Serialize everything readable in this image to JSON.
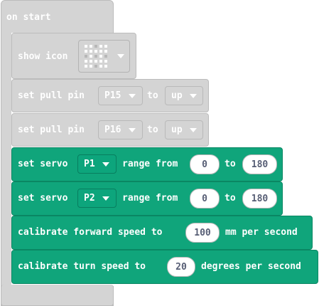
{
  "on_start": {
    "label": "on start"
  },
  "show_icon": {
    "label": "show icon"
  },
  "pull_pin_1": {
    "label": "set pull pin",
    "pin": "P15",
    "to": "to",
    "mode": "up"
  },
  "pull_pin_2": {
    "label": "set pull pin",
    "pin": "P16",
    "to": "to",
    "mode": "up"
  },
  "servo_1": {
    "label": "set servo",
    "pin": "P1",
    "range": "range from",
    "min": "0",
    "to": "to",
    "max": "180"
  },
  "servo_2": {
    "label": "set servo",
    "pin": "P2",
    "range": "range from",
    "min": "0",
    "to": "to",
    "max": "180"
  },
  "calib_forward": {
    "label": "calibrate forward speed to",
    "value": "100",
    "unit": "mm per second"
  },
  "calib_turn": {
    "label": "calibrate turn speed to",
    "value": "20",
    "unit": "degrees per second"
  },
  "icon_grid": [
    [
      1,
      1,
      0,
      1,
      1
    ],
    [
      1,
      1,
      1,
      1,
      1
    ],
    [
      0,
      1,
      0,
      1,
      0
    ],
    [
      1,
      1,
      1,
      1,
      1
    ],
    [
      1,
      1,
      0,
      1,
      1
    ]
  ],
  "colors": {
    "disabled_block": "#d4d4d4",
    "servo_block": "#0fa57c",
    "led_on": "#ffffff",
    "led_off": "#b7b7b7"
  }
}
